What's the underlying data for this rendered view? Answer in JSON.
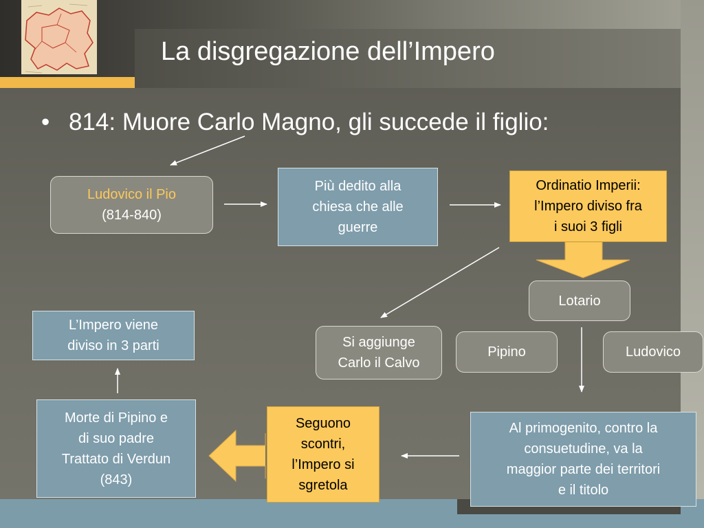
{
  "title": "La disgregazione dell’Impero",
  "bullet": {
    "marker": "•",
    "text": "814: Muore Carlo Magno, gli succede il figlio:"
  },
  "nodes": {
    "ludovico_pio": {
      "name": "Ludovico il Pio",
      "years": "(814-840)"
    },
    "piu_dedito": [
      "Più dedito alla",
      "chiesa che alle",
      "guerre"
    ],
    "ordinatio": [
      "Ordinatio Imperii:",
      "l’Impero diviso fra",
      "i suoi 3 figli"
    ],
    "lotario": "Lotario",
    "pipino": "Pipino",
    "ludovico": "Ludovico",
    "carlo_calvo": [
      "Si aggiunge",
      "Carlo il Calvo"
    ],
    "primogenito": [
      "Al primogenito, contro la",
      "consuetudine, va la",
      "maggior parte dei territori",
      "e il titolo"
    ],
    "seguono": [
      "Seguono",
      "scontri,",
      "l’Impero si",
      "sgretola"
    ],
    "morte_pipino": [
      "Morte di Pipino e",
      "di suo padre",
      "Trattato di Verdun",
      "(843)"
    ],
    "impero_diviso": [
      "L’Impero viene",
      "diviso in 3 parti"
    ]
  },
  "colors": {
    "accent_yellow": "#fcc95c",
    "box_blue": "#7f9dab",
    "box_gray": "#8a897f",
    "title_orange_line": "#f1b84a"
  }
}
